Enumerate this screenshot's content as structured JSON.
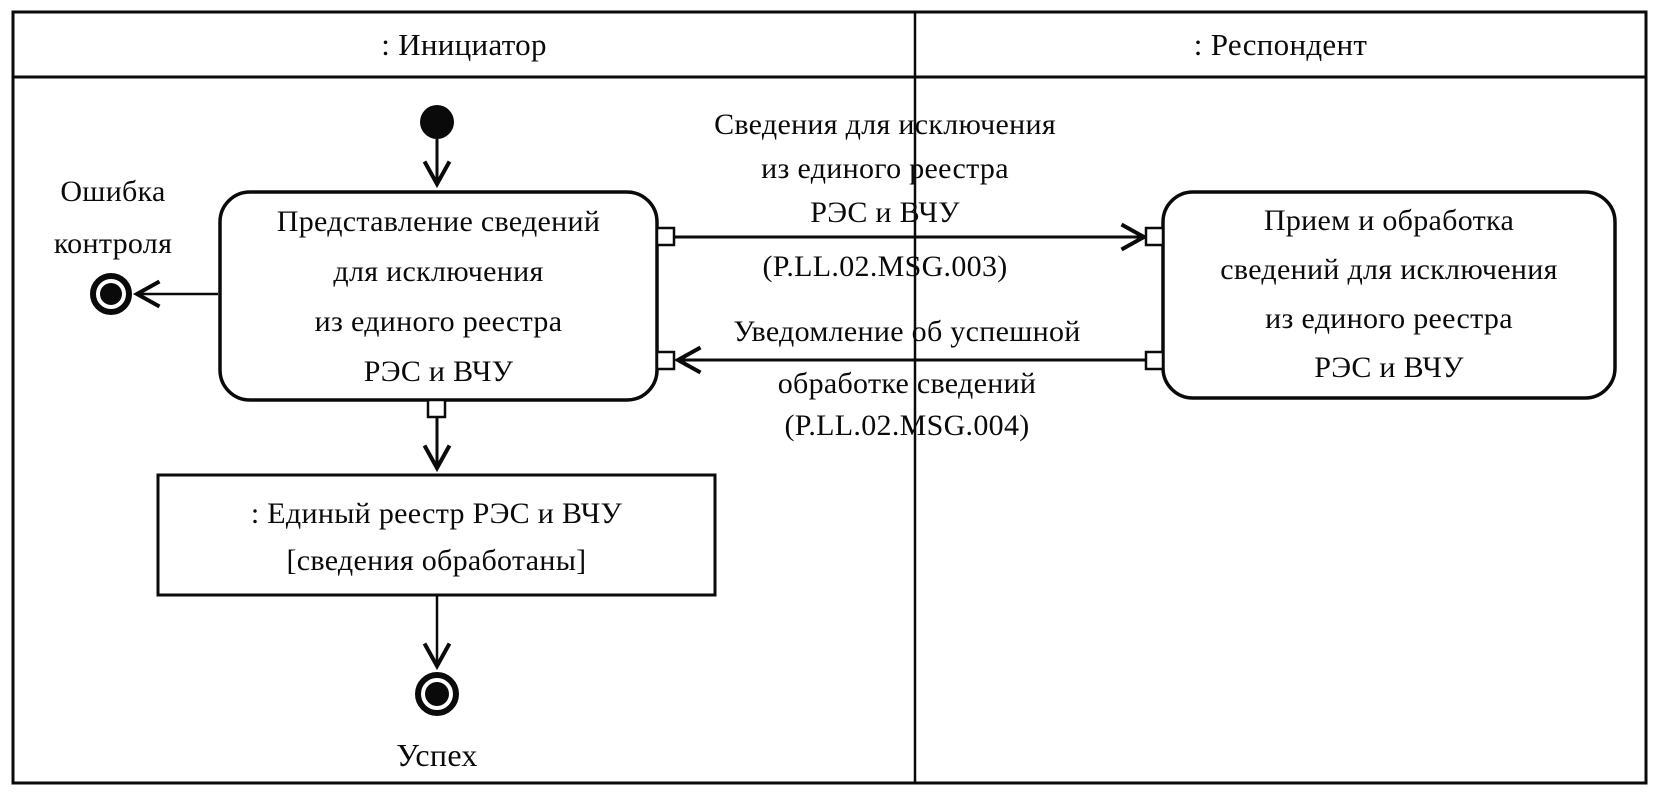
{
  "diagram": {
    "type": "uml-activity-swimlane",
    "colors": {
      "ink": "#0a0a0a",
      "background": "#ffffff"
    },
    "lanes": [
      {
        "label": ": Инициатор"
      },
      {
        "label": ": Респондент"
      }
    ],
    "nodes": {
      "initial_state": {
        "kind": "initial-state"
      },
      "activity_initiator": {
        "label": "Представление сведений\nдля исключения\nиз единого реестра\nРЭС и ВЧУ"
      },
      "activity_respondent": {
        "label": "Прием и обработка\nсведений для исключения\nиз единого реестра\nРЭС и ВЧУ"
      },
      "object_registry": {
        "label": ": Единый реестр РЭС и ВЧУ\n[сведения обработаны]"
      },
      "final_error": {
        "label": "Ошибка\nконтроля"
      },
      "final_success": {
        "label": "Успех"
      }
    },
    "messages": [
      {
        "direction": "initiator-to-respondent",
        "label": "Сведения для исключения\nиз единого реестра\nРЭС и ВЧУ",
        "code": "(P.LL.02.MSG.003)"
      },
      {
        "direction": "respondent-to-initiator",
        "label_top": "Уведомление об успешной",
        "label_bottom": "обработке сведений",
        "code": "(P.LL.02.MSG.004)"
      }
    ]
  }
}
